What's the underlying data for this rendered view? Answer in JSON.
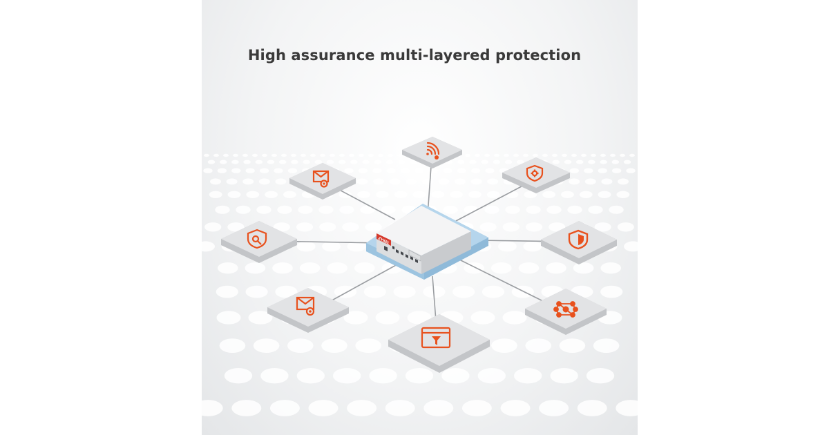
{
  "headline": "High assurance multi-layered protection",
  "device": {
    "brand_label": "ZYXEL"
  },
  "colors": {
    "accent": "#e8511d",
    "tile_top": "#e2e3e5",
    "tile_side": "#c3c5c8",
    "base": "#a9cde6",
    "line": "#9a9da1"
  },
  "nodes": [
    {
      "id": "wifi-security",
      "icon": "wifi-gear-icon"
    },
    {
      "id": "web-shield",
      "icon": "shield-gear-icon"
    },
    {
      "id": "security-shield",
      "icon": "shield-icon"
    },
    {
      "id": "network-hub",
      "icon": "network-nodes-icon"
    },
    {
      "id": "web-filter",
      "icon": "browser-filter-icon"
    },
    {
      "id": "email-security-lower",
      "icon": "envelope-gear-icon"
    },
    {
      "id": "threat-shield",
      "icon": "shield-magnifier-icon"
    },
    {
      "id": "email-security-upper",
      "icon": "envelope-gear-icon"
    }
  ]
}
